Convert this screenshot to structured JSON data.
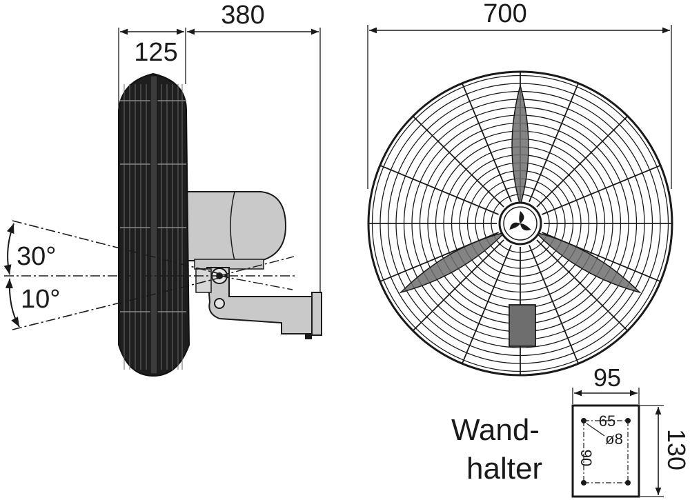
{
  "dimensions": {
    "depth_total": "380",
    "depth_guard": "125",
    "diameter": "700",
    "tilt_up": "30°",
    "tilt_down": "10°",
    "bracket_width": "95",
    "bracket_height": "130",
    "hole_spacing_horizontal": "65",
    "hole_spacing_vertical": "90",
    "hole_diameter": "ø8"
  },
  "labels": {
    "bracket_line1": "Wand-",
    "bracket_line2": "halter"
  },
  "colors": {
    "line": "#1a1a1a",
    "housing_fill": "#c9c9c9",
    "blade_fill": "#6e6e6e",
    "background": "#ffffff"
  }
}
